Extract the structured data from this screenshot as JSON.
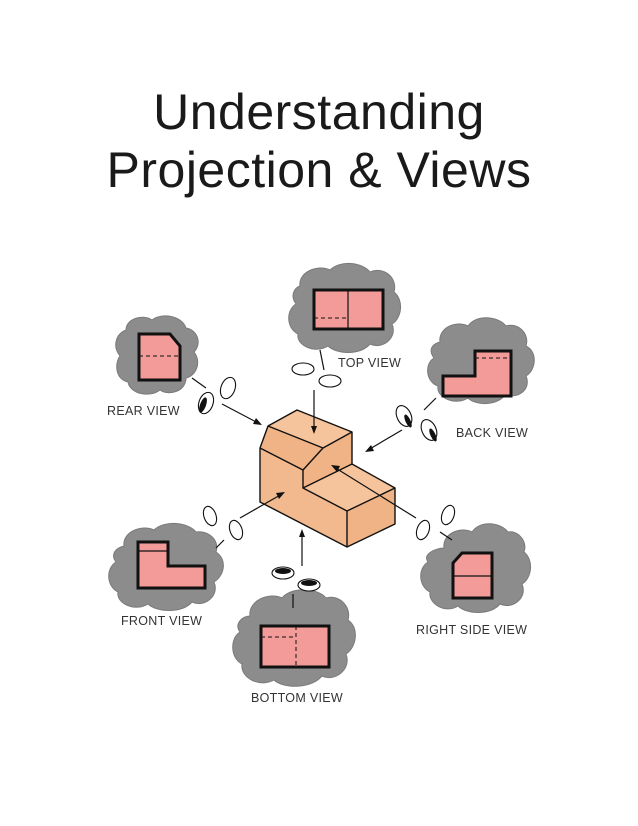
{
  "title": {
    "line1": "Understanding",
    "line2": "Projection & Views"
  },
  "views": {
    "top": "TOP VIEW",
    "rear": "REAR VIEW",
    "back": "BACK VIEW",
    "front": "FRONT VIEW",
    "right_side": "RIGHT SIDE VIEW",
    "bottom": "BOTTOM VIEW"
  },
  "colors": {
    "view_fill": "#f29b98",
    "object_fill": "#f6c49c",
    "cloud_fill": "#8c8c8c",
    "title_text": "#1a1a1a"
  }
}
